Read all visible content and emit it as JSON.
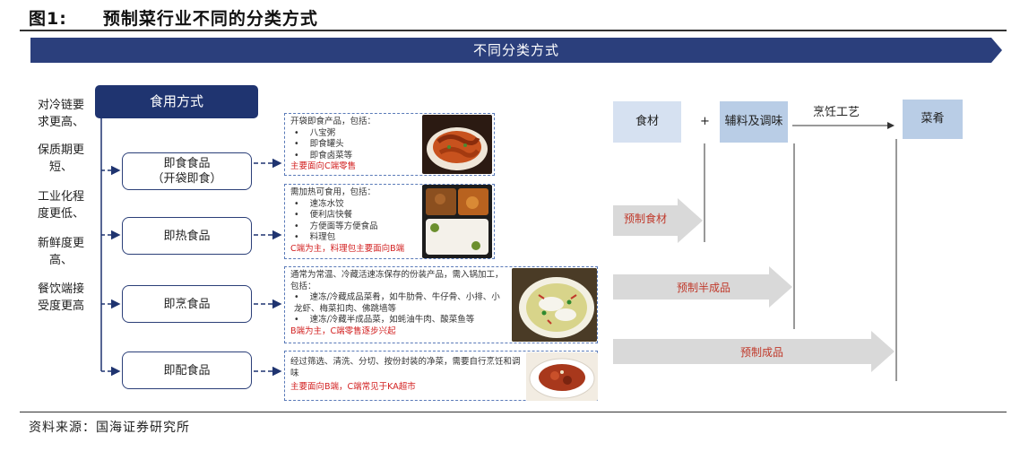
{
  "figure": {
    "number": "图1:",
    "title": "预制菜行业不同的分类方式"
  },
  "banner": {
    "label": "不同分类方式"
  },
  "left_labels": [
    "对冷链要求更高、",
    "保质期更短、",
    "工业化程度更低、",
    "新鲜度更高、",
    "餐饮端接受度更高"
  ],
  "usage": {
    "label": "食用方式"
  },
  "categories": [
    {
      "line1": "即食食品",
      "line2": "（开袋即食）"
    },
    {
      "line1": "即热食品",
      "line2": ""
    },
    {
      "line1": "即烹食品",
      "line2": ""
    },
    {
      "line1": "即配食品",
      "line2": ""
    }
  ],
  "descriptions": [
    {
      "intro": "开袋即食产品，包括：",
      "items": [
        "八宝粥",
        "即食罐头",
        "即食卤菜等"
      ],
      "channel": "主要面向C端零售"
    },
    {
      "intro": "需加热可食用，包括：",
      "items": [
        "速冻水饺",
        "便利店快餐",
        "方便面等方便食品",
        "料理包"
      ],
      "channel": "C端为主，料理包主要面向B端"
    },
    {
      "intro": "通常为常温、冷藏活速冻保存的份装产品，需入锅加工，包括：",
      "items": [
        "速冻/冷藏成品菜肴，如牛肋骨、牛仔骨、小排、小龙虾、梅菜扣肉、佛跳墙等",
        "速冻/冷藏半成品菜，如蚝油牛肉、酸菜鱼等"
      ],
      "channel": "B端为主，C端零售逐步兴起"
    },
    {
      "intro": "经过筛选、清洗、分切、按份封装的净菜，需要自行烹饪和调味",
      "items": [],
      "channel": "主要面向B端，C端常见于KA超市"
    }
  ],
  "process": {
    "ingredient": "食材",
    "plus": "+",
    "seasoning": "辅料及调味",
    "craft": "烹饪工艺",
    "dish": "菜肴"
  },
  "arrows": [
    "预制食材",
    "预制半成品",
    "预制成品"
  ],
  "colors": {
    "banner": "#2b3f7c",
    "usage_box": "#1f3470",
    "process_box": "#d6e1f1",
    "arrow_fill": "#d9d9d9",
    "arrow_text": "#c0392b",
    "channel_text": "#d21f1f"
  },
  "source": "资料来源：国海证券研究所"
}
